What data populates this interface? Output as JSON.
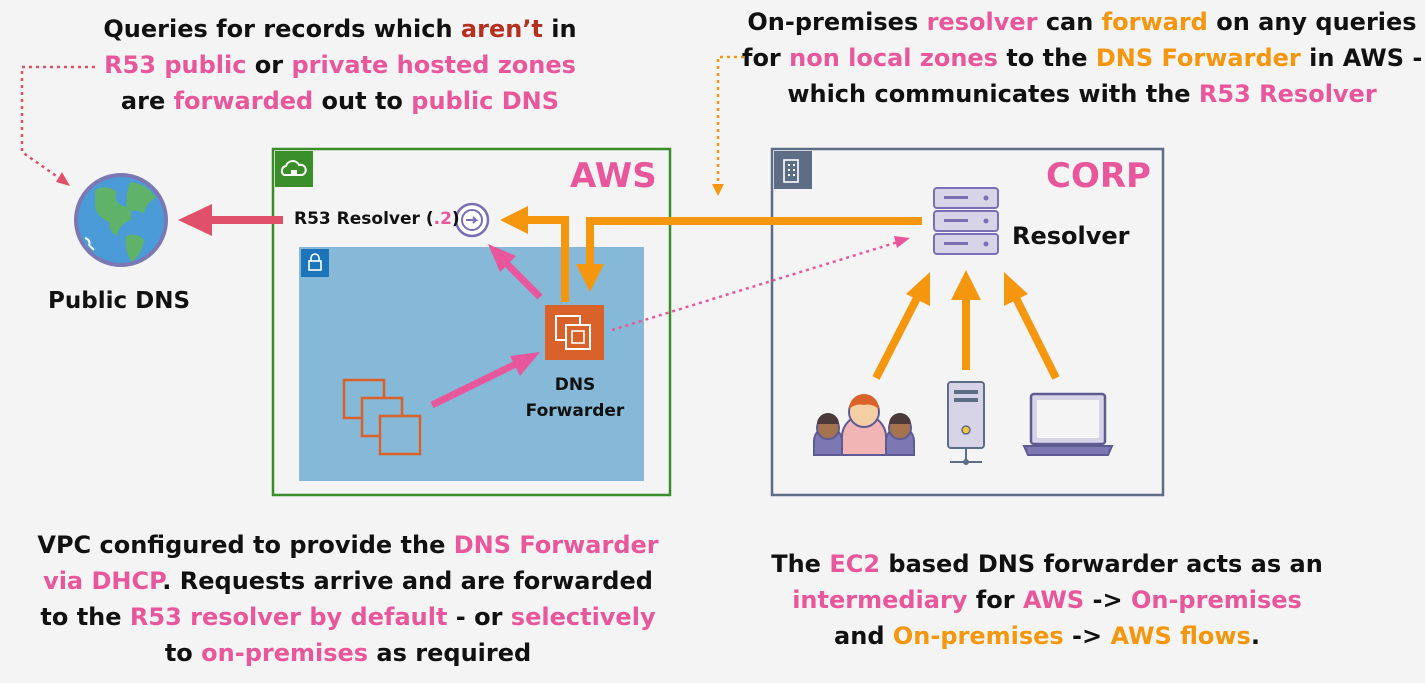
{
  "callouts": {
    "top_left": [
      [
        {
          "t": "Queries for records which ",
          "c": "black"
        },
        {
          "t": "aren’t",
          "c": "red"
        },
        {
          "t": " in",
          "c": "black"
        }
      ],
      [
        {
          "t": "R53 public",
          "c": "pink"
        },
        {
          "t": " or ",
          "c": "black"
        },
        {
          "t": "private hosted zones",
          "c": "pink"
        }
      ],
      [
        {
          "t": "are ",
          "c": "black"
        },
        {
          "t": "forwarded",
          "c": "pink"
        },
        {
          "t": " out to ",
          "c": "black"
        },
        {
          "t": "public DNS",
          "c": "pink"
        }
      ]
    ],
    "top_right": [
      [
        {
          "t": "On-premises ",
          "c": "black"
        },
        {
          "t": "resolver",
          "c": "pink"
        },
        {
          "t": " can ",
          "c": "black"
        },
        {
          "t": "forward",
          "c": "orange"
        },
        {
          "t": " on any queries",
          "c": "black"
        }
      ],
      [
        {
          "t": "for ",
          "c": "black"
        },
        {
          "t": "non local zones",
          "c": "pink"
        },
        {
          "t": " to the ",
          "c": "black"
        },
        {
          "t": "DNS Forwarder",
          "c": "orange"
        },
        {
          "t": " in AWS -",
          "c": "black"
        }
      ],
      [
        {
          "t": "which communicates with the ",
          "c": "black"
        },
        {
          "t": "R53 Resolver",
          "c": "pink"
        }
      ]
    ],
    "bottom_left": [
      [
        {
          "t": "VPC configured to provide the ",
          "c": "black"
        },
        {
          "t": "DNS Forwarder",
          "c": "pink"
        }
      ],
      [
        {
          "t": "via DHCP",
          "c": "pink"
        },
        {
          "t": ". Requests arrive and are forwarded",
          "c": "black"
        }
      ],
      [
        {
          "t": "to the ",
          "c": "black"
        },
        {
          "t": "R53 resolver by default",
          "c": "pink"
        },
        {
          "t": " - or ",
          "c": "black"
        },
        {
          "t": "selectively",
          "c": "pink"
        }
      ],
      [
        {
          "t": "to ",
          "c": "black"
        },
        {
          "t": "on-premises",
          "c": "pink"
        },
        {
          "t": " as required",
          "c": "black"
        }
      ]
    ],
    "bottom_right": [
      [
        {
          "t": "The ",
          "c": "black"
        },
        {
          "t": "EC2",
          "c": "pink"
        },
        {
          "t": " based DNS forwarder acts as an",
          "c": "black"
        }
      ],
      [
        {
          "t": "intermediary",
          "c": "pink"
        },
        {
          "t": " for ",
          "c": "black"
        },
        {
          "t": "AWS",
          "c": "pink"
        },
        {
          "t": " -> ",
          "c": "black"
        },
        {
          "t": "On-premises",
          "c": "pink"
        }
      ],
      [
        {
          "t": "and ",
          "c": "black"
        },
        {
          "t": "On-premises",
          "c": "orange"
        },
        {
          "t": " -> ",
          "c": "black"
        },
        {
          "t": "AWS flows",
          "c": "orange"
        },
        {
          "t": ".",
          "c": "black"
        }
      ]
    ]
  },
  "boxes": {
    "aws_title": "AWS",
    "corp_title": "CORP"
  },
  "labels": {
    "public_dns": "Public DNS",
    "r53_prefix": "R53 Resolver (",
    "r53_suffix_accent": ".2",
    "r53_close": ")",
    "resolver": "Resolver",
    "dns_forwarder_line1": "DNS",
    "dns_forwarder_line2": "Forwarder"
  },
  "icons": {
    "aws_cloud": "cloud-lock-icon",
    "vpc": "vpc-lock-icon",
    "corp": "building-icon",
    "globe": "globe-icon",
    "r53": "route53-resolver-icon",
    "ec2": "ec2-instance-icon",
    "instances": "instances-stack-icon",
    "server": "server-rack-icon",
    "users": "users-group-icon",
    "desktop": "desktop-tower-icon",
    "laptop": "laptop-icon"
  },
  "colors": {
    "pink": "#e8579b",
    "orange": "#f5960f",
    "red_arrow": "#e0506a",
    "aws_border": "#3a8e2a",
    "corp_border": "#5e6d86",
    "vpc_fill": "#86b8d7",
    "ec2_fill": "#d9622b"
  }
}
